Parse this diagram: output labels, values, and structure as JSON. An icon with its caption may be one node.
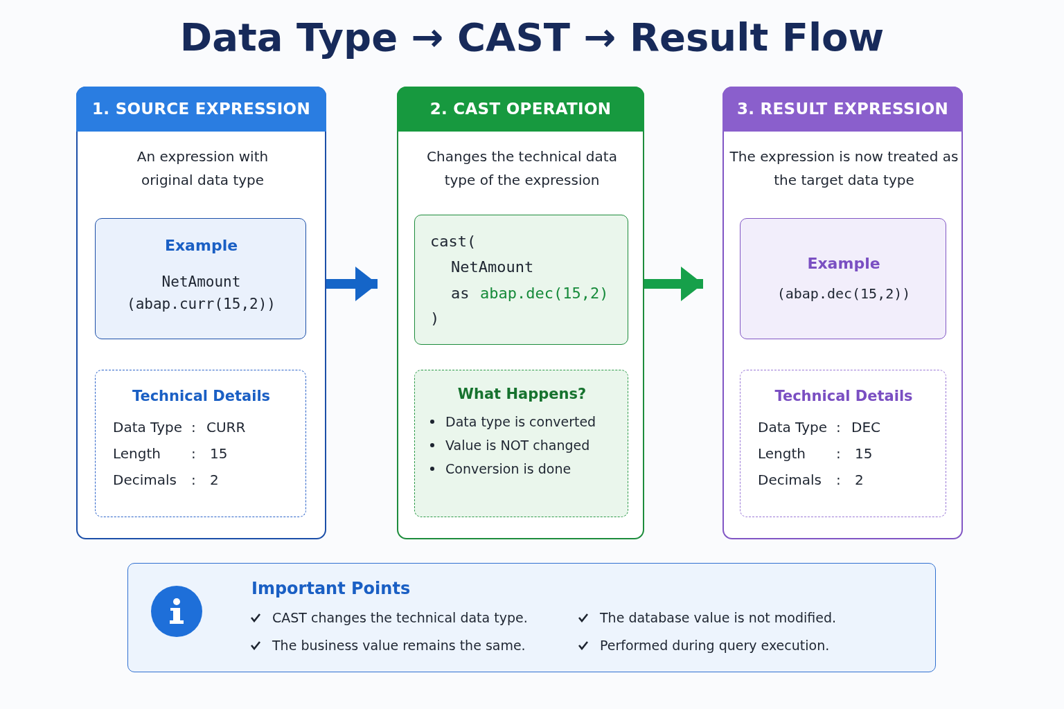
{
  "diagram": {
    "title": "Data Type → CAST → Result Flow",
    "nodes": [
      {
        "text": [
          "1. SOURCE EXPRESSION",
          "An expression with original data type"
        ]
      },
      {
        "text": [
          "Example",
          "NetAmount",
          "(abap.curr(15,2))"
        ],
        "in": 0
      },
      {
        "text": [
          "Technical Details",
          "Data Type",
          ":",
          "CURR",
          "Length",
          ":",
          "15",
          "Decimals",
          ":",
          "2"
        ],
        "in": 0
      },
      {
        "text": [
          "2. CAST OPERATION",
          "Changes the technical data type of the expression"
        ]
      },
      {
        "text": [
          "cast(",
          "NetAmount",
          "as",
          "abap.dec(15,2)",
          ")"
        ],
        "in": 3
      },
      {
        "text": [
          "What Happens?",
          "Data type is converted",
          "Value is NOT changed",
          "Conversion is done"
        ],
        "in": 3
      },
      {
        "text": [
          "3. RESULT EXPRESSION",
          "The expression is now treated as the target data type"
        ]
      },
      {
        "text": [
          "Example",
          "(abap.dec(15,2))"
        ],
        "in": 6
      },
      {
        "text": [
          "Technical Details",
          "Data Type",
          ":",
          "DEC",
          "Length",
          ":",
          "15",
          "Decimals",
          ":",
          "2"
        ],
        "in": 6
      },
      {
        "text": [
          "Important Points",
          "CAST changes the technical data type.",
          "The business value remains the same.",
          "The database value is not modified.",
          "Performed during query execution."
        ]
      }
    ],
    "edges": [
      {
        "from": 0,
        "to": 3,
        "arrow": "to",
        "color": "#1565c8"
      },
      {
        "from": 3,
        "to": 6,
        "arrow": "to",
        "color": "#16a04a"
      }
    ]
  }
}
